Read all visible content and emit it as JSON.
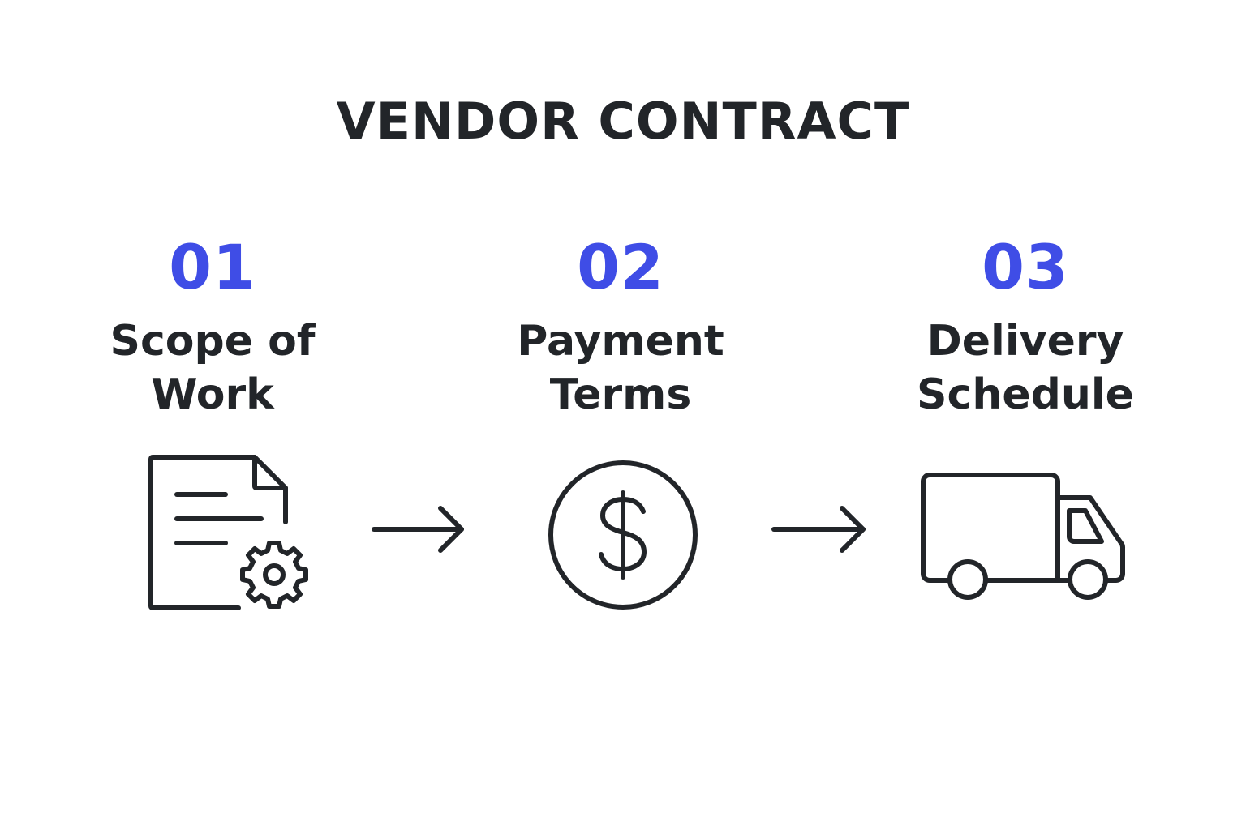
{
  "diagram": {
    "title": "VENDOR CONTRACT",
    "accent_color": "#3F4DE6",
    "ink_color": "#222529",
    "steps": [
      {
        "number": "01",
        "label_line1": "Scope of",
        "label_line2": "Work",
        "icon": "document-gear-icon"
      },
      {
        "number": "02",
        "label_line1": "Payment",
        "label_line2": "Terms",
        "icon": "dollar-circle-icon"
      },
      {
        "number": "03",
        "label_line1": "Delivery",
        "label_line2": "Schedule",
        "icon": "delivery-truck-icon"
      }
    ],
    "connectors": [
      "arrow-right-icon",
      "arrow-right-icon"
    ]
  }
}
